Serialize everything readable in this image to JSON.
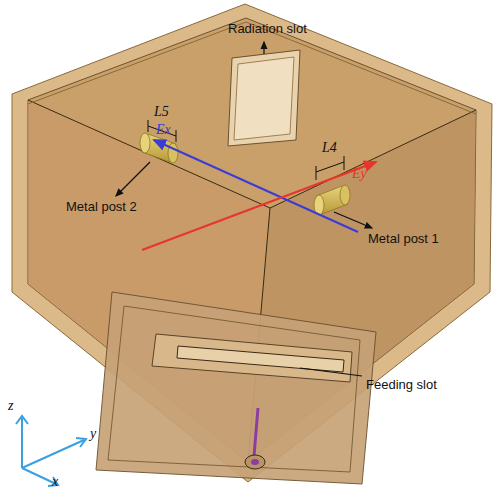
{
  "diagram": {
    "labels": [
      "Radiation slot",
      "L5",
      "L4",
      "Metal post 2",
      "Ey",
      "Ex",
      "Metal post 1",
      "Feeding slot",
      "z",
      "y",
      "x"
    ]
  }
}
